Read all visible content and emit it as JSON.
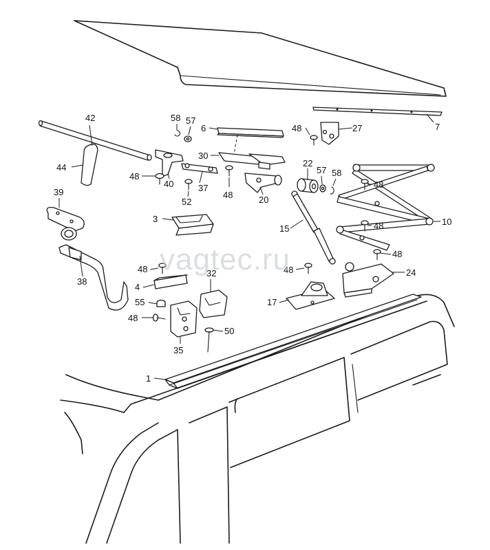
{
  "watermark": "vagtec.ru",
  "callouts": {
    "c1": "1",
    "c3": "3",
    "c4": "4",
    "c6": "6",
    "c7": "7",
    "c10": "10",
    "c15": "15",
    "c17": "17",
    "c20": "20",
    "c22": "22",
    "c24": "24",
    "c27": "27",
    "c30": "30",
    "c32": "32",
    "c35": "35",
    "c37": "37",
    "c38": "38",
    "c39": "39",
    "c40": "40",
    "c42": "42",
    "c44": "44",
    "c50": "50",
    "c52": "52",
    "c55": "55",
    "c57a": "57",
    "c58a": "58",
    "c57b": "57",
    "c58b": "58",
    "c48a": "48",
    "c48b": "48",
    "c48c": "48",
    "c48d": "48",
    "c48e": "48",
    "c48f": "48",
    "c48g": "48",
    "c48h": "48",
    "c48i": "48"
  }
}
